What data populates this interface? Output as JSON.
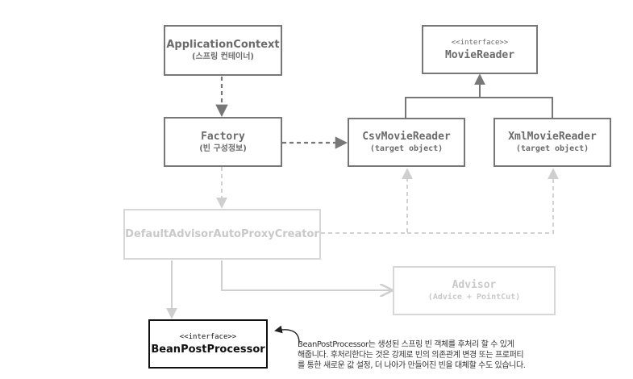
{
  "nodes": {
    "application_context": {
      "title": "ApplicationContext",
      "sub": "(스프링 컨테이너)"
    },
    "movie_reader": {
      "stereotype": "<<interface>>",
      "title": "MovieReader"
    },
    "factory": {
      "title": "Factory",
      "sub": "(빈 구성정보)"
    },
    "csv_movie_reader": {
      "title": "CsvMovieReader",
      "sub": "(target object)"
    },
    "xml_movie_reader": {
      "title": "XmlMovieReader",
      "sub": "(target object)"
    },
    "default_advisor": {
      "title": "DefaultAdvisorAutoProxyCreator"
    },
    "advisor": {
      "title": "Advisor",
      "sub": "(Advice + PointCut)"
    },
    "bean_post_processor": {
      "stereotype": "<<interface>>",
      "title": "BeanPostProcessor"
    }
  },
  "note": {
    "lines": [
      "BeanPostProcessor는 생성된 스프링 빈 객체를 후처리 할 수 있게",
      "해줍니다. 후처리한다는 것은 강제로 빈의 의존관계 변경 또는 프로퍼티",
      "를 통한 새로운 값 설정, 더 나아가 만들어진 빈을 대체할 수도 있습니다."
    ]
  },
  "colors": {
    "dark_border": "#777777",
    "light_border": "#d7d7d7",
    "emphasis_border": "#111111"
  }
}
